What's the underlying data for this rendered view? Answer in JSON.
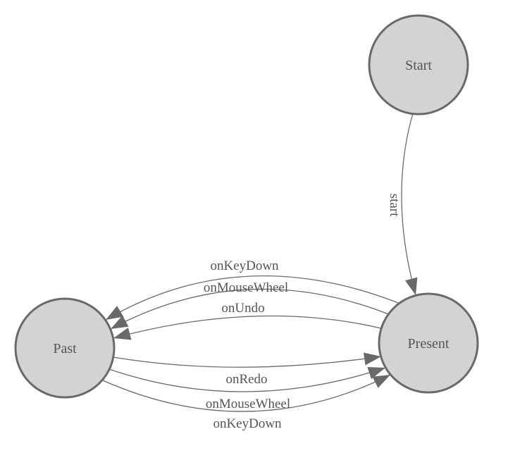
{
  "diagram": {
    "type": "state-machine",
    "background": "#ffffff",
    "colors": {
      "node_fill": "#d3d3d3",
      "node_border": "#696969",
      "edge_stroke": "#696969",
      "arrowhead_fill": "#696969",
      "label_text": "#555555"
    },
    "nodes": {
      "start": {
        "label": "Start"
      },
      "present": {
        "label": "Present"
      },
      "past": {
        "label": "Past"
      }
    },
    "edges": {
      "start_to_present": {
        "from": "Start",
        "to": "Present",
        "label": "start"
      },
      "present_to_past_keydown": {
        "from": "Present",
        "to": "Past",
        "label": "onKeyDown"
      },
      "present_to_past_mousewheel": {
        "from": "Present",
        "to": "Past",
        "label": "onMouseWheel"
      },
      "present_to_past_undo": {
        "from": "Present",
        "to": "Past",
        "label": "onUndo"
      },
      "past_to_present_redo": {
        "from": "Past",
        "to": "Present",
        "label": "onRedo"
      },
      "past_to_present_mousewheel": {
        "from": "Past",
        "to": "Present",
        "label": "onMouseWheel"
      },
      "past_to_present_keydown": {
        "from": "Past",
        "to": "Present",
        "label": "onKeyDown"
      }
    }
  }
}
